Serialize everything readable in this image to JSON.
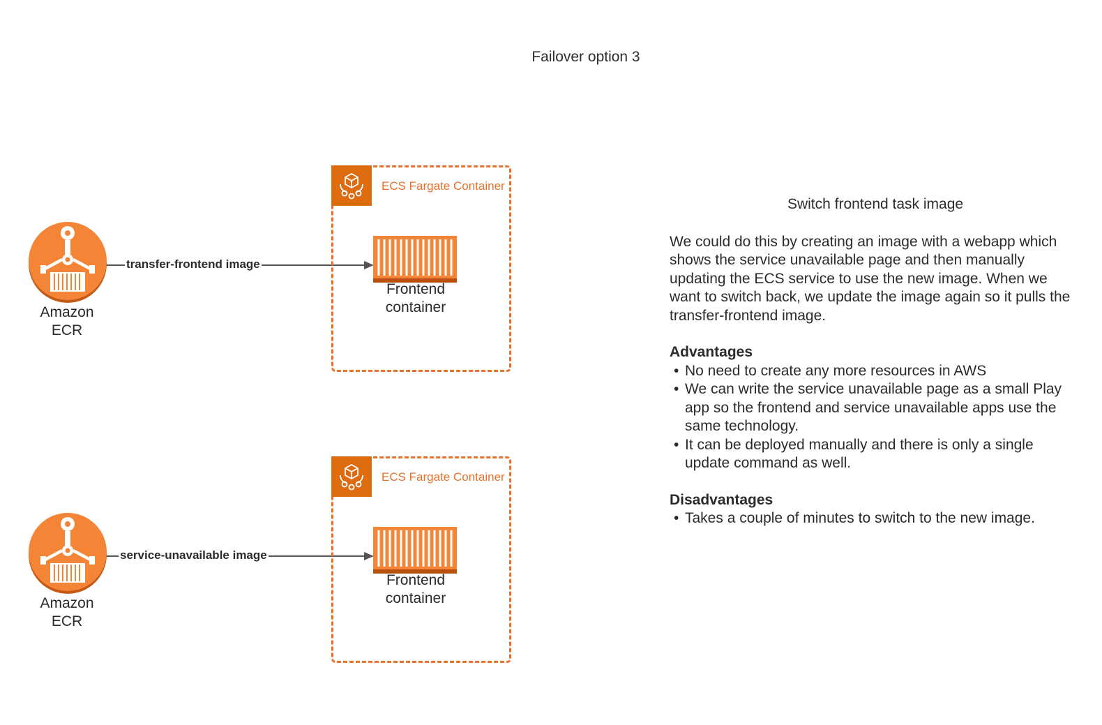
{
  "title": "Failover option 3",
  "rows": [
    {
      "source": {
        "name": "Amazon ECR",
        "line1": "Amazon",
        "line2": "ECR",
        "icon": "ecr-icon"
      },
      "edge_label": "transfer-frontend image",
      "group": {
        "label": "ECS Fargate Container",
        "icon": "fargate-icon"
      },
      "target": {
        "line1": "Frontend",
        "line2": "container",
        "icon": "container-icon"
      }
    },
    {
      "source": {
        "name": "Amazon ECR",
        "line1": "Amazon",
        "line2": "ECR",
        "icon": "ecr-icon"
      },
      "edge_label": "service-unavailable image",
      "group": {
        "label": "ECS Fargate Container",
        "icon": "fargate-icon"
      },
      "target": {
        "line1": "Frontend",
        "line2": "container",
        "icon": "container-icon"
      }
    }
  ],
  "notes": {
    "heading": "Switch frontend task image",
    "paragraph": "We could do this by creating an image with a webapp which shows the service unavailable page and then manually updating the ECS service to use the new image. When we want to switch back, we update the image again so it pulls the transfer-frontend image.",
    "advantages_title": "Advantages",
    "advantages": [
      "No need to create any more resources in AWS",
      "We can write the service unavailable page as a small Play app so the frontend and service unavailable apps use the same technology.",
      "It can be deployed manually and there is only a single update command as well."
    ],
    "disadvantages_title": "Disadvantages",
    "disadvantages": [
      "Takes a couple of minutes to switch to the new image."
    ]
  },
  "colors": {
    "orange": "#f58536",
    "orange_dark": "#dd6b10",
    "dashed_border": "#e8702a",
    "arrow": "#555555",
    "text": "#2b2b2b"
  }
}
